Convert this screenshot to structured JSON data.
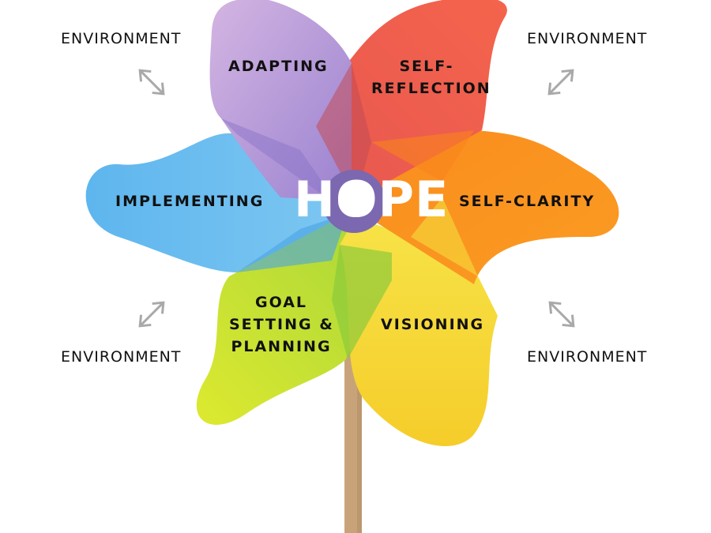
{
  "center": {
    "word": "HOPE"
  },
  "blades": [
    {
      "id": "adapting",
      "label": "ADAPTING",
      "color": "#b593d6"
    },
    {
      "id": "self-reflection",
      "label_line1": "SELF-",
      "label_line2": "REFLECTION",
      "color": "#f0624f"
    },
    {
      "id": "self-clarity",
      "label": "SELF-CLARITY",
      "color": "#fa9320"
    },
    {
      "id": "visioning",
      "label": "VISIONING",
      "color": "#f6d92e"
    },
    {
      "id": "goal-setting",
      "label_line1": "GOAL",
      "label_line2": "SETTING &",
      "label_line3": "PLANNING",
      "color": "#c8e236"
    },
    {
      "id": "implementing",
      "label": "IMPLEMENTING",
      "color": "#5cb8ef"
    }
  ],
  "environment": {
    "top_left": "ENVIRONMENT",
    "top_right": "ENVIRONMENT",
    "bottom_left": "ENVIRONMENT",
    "bottom_right": "ENVIRONMENT"
  },
  "colors": {
    "stick": "#c8a37a",
    "hub": "#7b68b0",
    "arrow": "#a9a9a9"
  },
  "icons": [
    "double-arrow-icon"
  ]
}
